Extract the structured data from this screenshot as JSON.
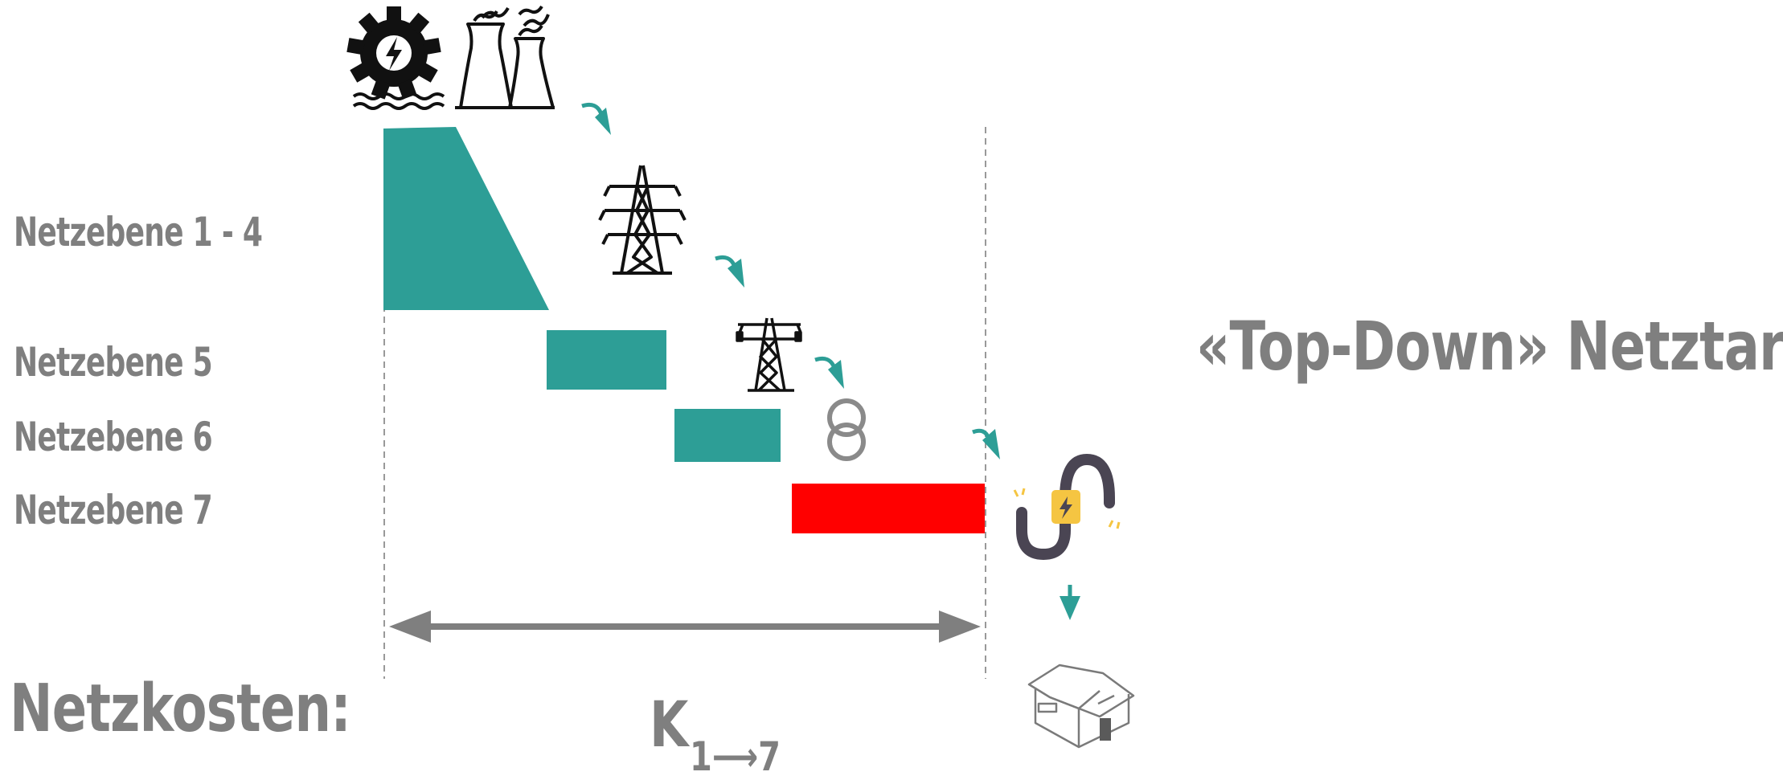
{
  "title": "«Top-Down» Netztarif",
  "levels": {
    "ne14": "Netzebene 1 - 4",
    "ne5": "Netzebene 5",
    "ne6": "Netzebene 6",
    "ne7": "Netzebene 7"
  },
  "costs_label": "Netzkosten:",
  "cost_symbol": "K",
  "cost_subscript": "1⟶7",
  "colors": {
    "teal": "#2d9e96",
    "highlight": "#ff0000",
    "grey": "#7f7f7f",
    "icon_dark": "#1a1a1a",
    "cable": "#4a4553",
    "plug": "#f5c542"
  },
  "icons": [
    "hydro-power-icon",
    "cooling-tower-icon",
    "high-voltage-pylon-icon",
    "medium-voltage-pylon-icon",
    "transformer-icon",
    "cable-plug-icon",
    "house-icon"
  ]
}
